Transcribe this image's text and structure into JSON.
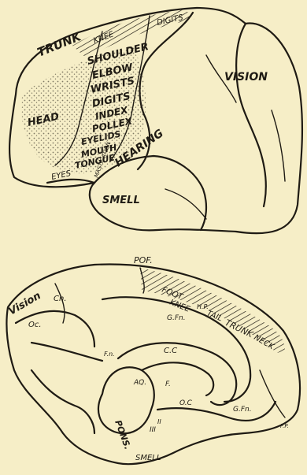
{
  "lateral_view": {
    "labels": {
      "trunk": "TRUNK",
      "knee": "KNEE",
      "digits_top": "DIGITS",
      "shoulder": "SHOULDER",
      "elbow": "ELBOW",
      "wrists": "WRISTS",
      "digits": "DIGITS",
      "index": "INDEX",
      "pollex": "POLLEX",
      "eyelids": "EYELIDS",
      "mouth": "MOUTH",
      "tongue": "TONGUE",
      "head": "HEAD",
      "eyes": "EYES",
      "mastication": "MASTICATION",
      "vision": "VISION",
      "hearing": "HEARING",
      "smell": "SMELL"
    }
  },
  "medial_view": {
    "labels": {
      "pof": "POF.",
      "foot": "FOOT",
      "knee": "KNEE",
      "tail": "TAIL",
      "trunk": "TRUNK",
      "neck": "NECK",
      "vision": "Vision",
      "cn": "Cn.",
      "oc": "Oc.",
      "gfn": "G.Fn.",
      "hip": "H.P.",
      "fn": "F.n.",
      "cc": "C.C",
      "aq": "AQ.",
      "f": "F.",
      "oc2": "O.C",
      "gfn2": "G.Fn.",
      "pons": "PONS.",
      "iii": "III",
      "ii": "II",
      "smell": "SMELL",
      "fp": "F.P."
    }
  }
}
